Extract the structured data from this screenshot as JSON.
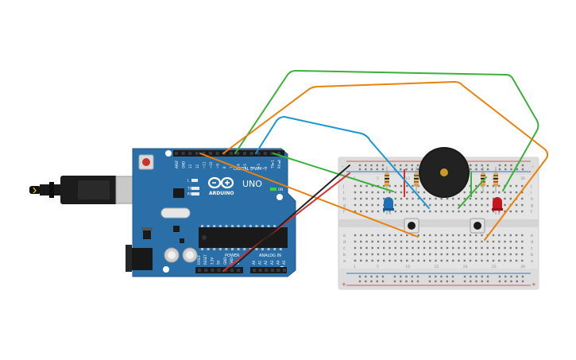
{
  "arduino": {
    "brand": "ARDUINO",
    "model": "UNO",
    "digital_label": "DIGITAL (PWM~)",
    "power_label": "POWER",
    "analog_label": "ANALOG IN",
    "on_label": "ON",
    "tx_label": "TX",
    "rx_label": "RX",
    "l_label": "L",
    "top_pins": [
      "AREF",
      "GND",
      "13",
      "12",
      "~11",
      "~10",
      "~9",
      "8",
      "7",
      "~6",
      "~5",
      "4",
      "~3",
      "2",
      "TX►1",
      "RX◄0"
    ],
    "power_pins": [
      "IOREF",
      "RESET",
      "3.3V",
      "5V",
      "GND",
      "GND",
      "Vin"
    ],
    "analog_pins": [
      "A0",
      "A1",
      "A2",
      "A3",
      "A4",
      "A5"
    ]
  },
  "breadboard": {
    "row_letters_top": [
      "j",
      "i",
      "h",
      "g",
      "f"
    ],
    "row_letters_bottom": [
      "e",
      "d",
      "c",
      "b",
      "a"
    ],
    "column_numbers": [
      "1",
      "5",
      "10",
      "15",
      "20",
      "25",
      "30"
    ],
    "rail_plus": "+",
    "rail_minus": "-"
  },
  "colors": {
    "arduino_board": "#2b6fa8",
    "breadboard": "#e4e4e4",
    "wire_green": "#3bb03b",
    "wire_orange": "#e8820c",
    "wire_blue": "#1a96d2",
    "wire_red": "#d32f2f",
    "wire_black": "#222222",
    "led_blue": "#1f6fb4",
    "led_red": "#c4161c",
    "buzzer": "#1a1a1a"
  }
}
